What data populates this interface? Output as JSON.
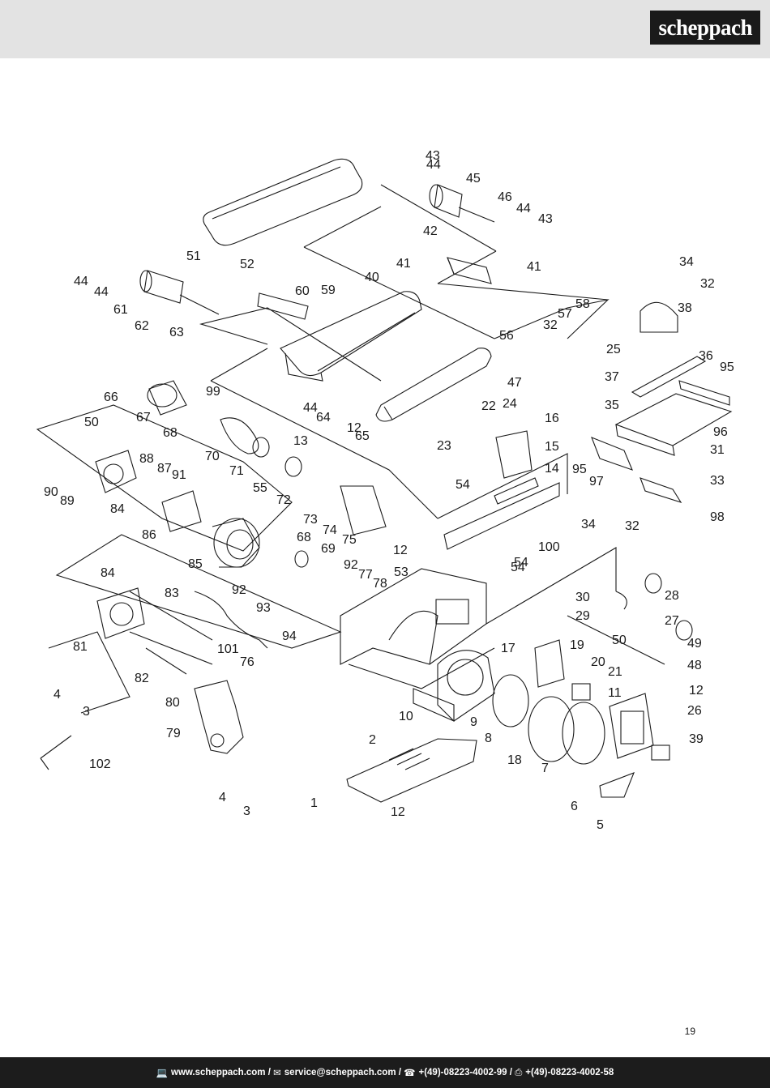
{
  "brand": {
    "logo_text": "scheppach"
  },
  "page_number": "19",
  "footer": {
    "web": "www.scheppach.com",
    "email": "service@scheppach.com",
    "phone": "+(49)-08223-4002-99",
    "fax": "+(49)-08223-4002-58",
    "separator": " / ",
    "icons": [
      "computer-icon",
      "mail-icon",
      "phone-icon",
      "fax-icon"
    ]
  },
  "part_numbers": [
    "1",
    "2",
    "3",
    "3",
    "4",
    "4",
    "5",
    "6",
    "7",
    "8",
    "9",
    "10",
    "11",
    "12",
    "12",
    "12",
    "12",
    "13",
    "14",
    "15",
    "16",
    "17",
    "18",
    "19",
    "20",
    "21",
    "22",
    "23",
    "24",
    "25",
    "26",
    "27",
    "28",
    "29",
    "30",
    "31",
    "32",
    "32",
    "32",
    "33",
    "34",
    "34",
    "35",
    "36",
    "37",
    "38",
    "39",
    "40",
    "41",
    "41",
    "42",
    "43",
    "43",
    "44",
    "44",
    "44",
    "44",
    "44",
    "45",
    "46",
    "47",
    "48",
    "49",
    "50",
    "50",
    "51",
    "52",
    "53",
    "54",
    "54",
    "54",
    "55",
    "56",
    "57",
    "58",
    "59",
    "60",
    "61",
    "62",
    "63",
    "64",
    "65",
    "66",
    "67",
    "68",
    "68",
    "69",
    "70",
    "71",
    "72",
    "73",
    "74",
    "75",
    "76",
    "77",
    "78",
    "79",
    "80",
    "81",
    "82",
    "83",
    "84",
    "84",
    "85",
    "86",
    "87",
    "88",
    "89",
    "90",
    "91",
    "92",
    "92",
    "93",
    "94",
    "95",
    "95",
    "96",
    "97",
    "98",
    "99",
    "100",
    "101",
    "102"
  ]
}
